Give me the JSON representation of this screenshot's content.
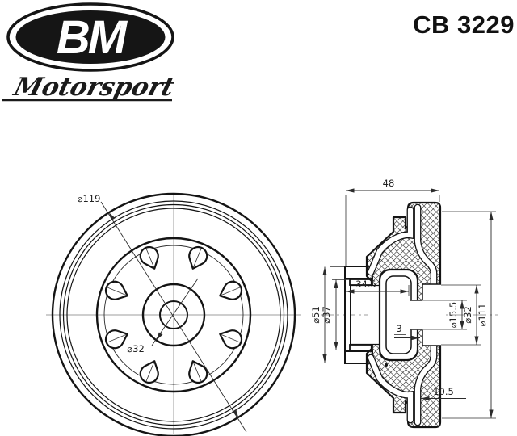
{
  "header": {
    "logo": {
      "primary": "BM",
      "secondary": "Motorsport"
    },
    "part_number": "CB 3229"
  },
  "front_view": {
    "labels": {
      "flange_diameter": "⌀119",
      "hub_diameter": "⌀32"
    },
    "hole_count": 8,
    "hole_angles_deg": [
      22.5,
      67.5,
      112.5,
      157.5,
      202.5,
      247.5,
      292.5,
      337.5
    ]
  },
  "section_view": {
    "dimensions": {
      "overall_depth": "48",
      "hub_length": "34.5",
      "web_offset": "3",
      "flange_diameter": "⌀51",
      "hub_tube_diameter": "⌀37",
      "center_hole_diameter": "⌀15.5",
      "bore_diameter": "⌀32",
      "drum_inner_diameter": "⌀111",
      "wall_thickness": "10.5"
    }
  },
  "colors": {
    "line": "#141414",
    "dimension": "#2b2b2b",
    "centerline": "#9c9c9c",
    "background": "#ffffff",
    "logo_fill": "#151515",
    "logo_text": "#ffffff"
  }
}
